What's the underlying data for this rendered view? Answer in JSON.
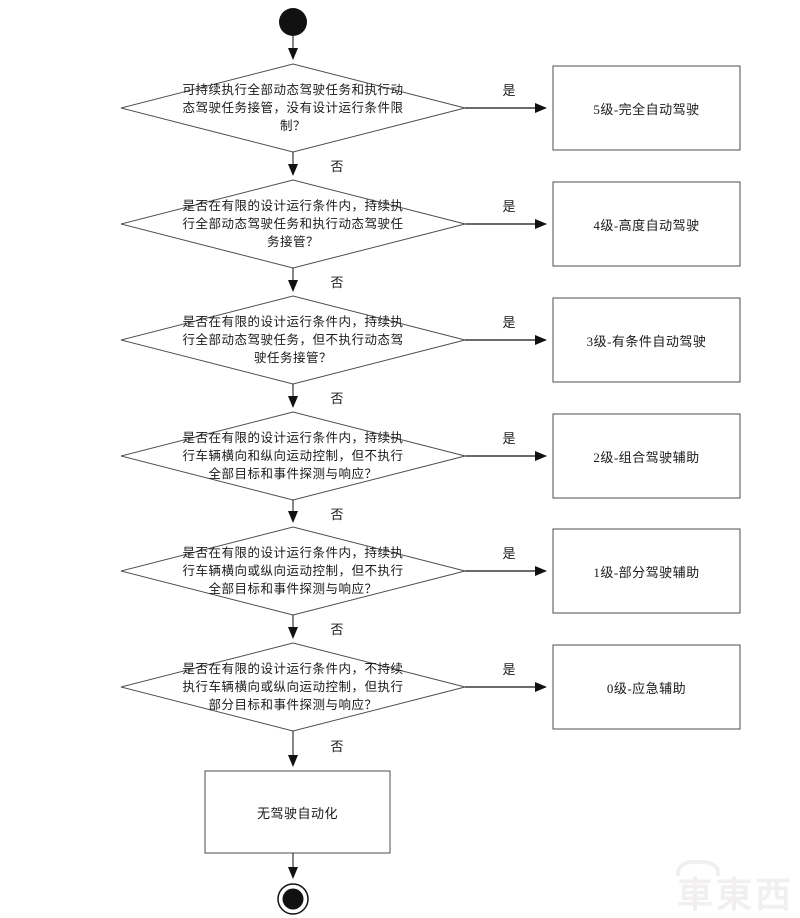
{
  "colors": {
    "background": "#ffffff",
    "shape_stroke": "#4d4d4d",
    "arrow": "#111111",
    "text": "#1a1a1a",
    "watermark": "#f1efef"
  },
  "flow": {
    "decisions": [
      {
        "question": "可持续执行全部动态驾驶任务和执行动态驾驶任务接管，没有设计运行条件限制？",
        "yes_label": "是",
        "no_label": "否",
        "result": "5级-完全自动驾驶"
      },
      {
        "question": "是否在有限的设计运行条件内，持续执行全部动态驾驶任务和执行动态驾驶任务接管？",
        "yes_label": "是",
        "no_label": "否",
        "result": "4级-高度自动驾驶"
      },
      {
        "question": "是否在有限的设计运行条件内，持续执行全部动态驾驶任务，但不执行动态驾驶任务接管？",
        "yes_label": "是",
        "no_label": "否",
        "result": "3级-有条件自动驾驶"
      },
      {
        "question": "是否在有限的设计运行条件内，持续执行车辆横向和纵向运动控制，但不执行全部目标和事件探测与响应？",
        "yes_label": "是",
        "no_label": "否",
        "result": "2级-组合驾驶辅助"
      },
      {
        "question": "是否在有限的设计运行条件内，持续执行车辆横向或纵向运动控制，但不执行全部目标和事件探测与响应？",
        "yes_label": "是",
        "no_label": "否",
        "result": "1级-部分驾驶辅助"
      },
      {
        "question": "是否在有限的设计运行条件内，不持续执行车辆横向或纵向运动控制，但执行部分目标和事件探测与响应？",
        "yes_label": "是",
        "no_label": "否",
        "result": "0级-应急辅助"
      }
    ],
    "terminal_label": "无驾驶自动化",
    "watermark": "車東西"
  }
}
